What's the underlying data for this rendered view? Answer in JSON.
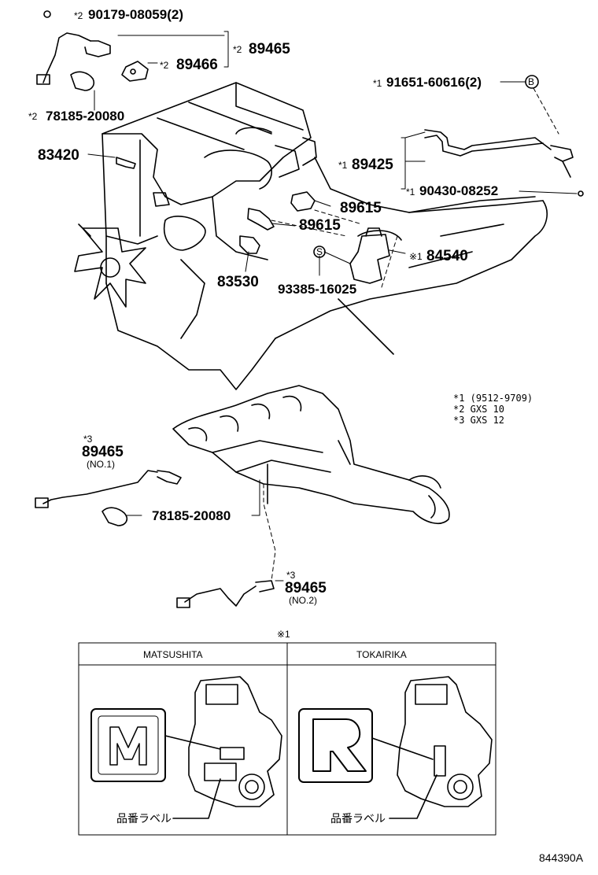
{
  "parts": {
    "p90179": "90179-08059(2)",
    "p89465_top": "89465",
    "p89466": "89466",
    "p78185_top": "78185-20080",
    "p83420": "83420",
    "p91651": "91651-60616(2)",
    "p89425": "89425",
    "p90430": "90430-08252",
    "p89615_a": "89615",
    "p89615_b": "89615",
    "p84540": "84540",
    "p83530": "83530",
    "p93385": "93385-16025",
    "p89465_no1": "89465",
    "no1": "(NO.1)",
    "p78185_bottom": "78185-20080",
    "p89465_no2": "89465",
    "no2": "(NO.2)"
  },
  "marks": {
    "m2": "*2",
    "m1": "*1",
    "m3": "*3",
    "mk1": "※1",
    "circle_b": "B",
    "circle_s": "S"
  },
  "notes": [
    "*1 (9512-9709)",
    "*2 GXS 10",
    "*3 GXS 12"
  ],
  "table": {
    "title": "※1",
    "col1": "MATSUSHITA",
    "col2": "TOKAIRIKA",
    "label1": "品番ラベル",
    "label2": "品番ラベル"
  },
  "ref_code": "844390A"
}
